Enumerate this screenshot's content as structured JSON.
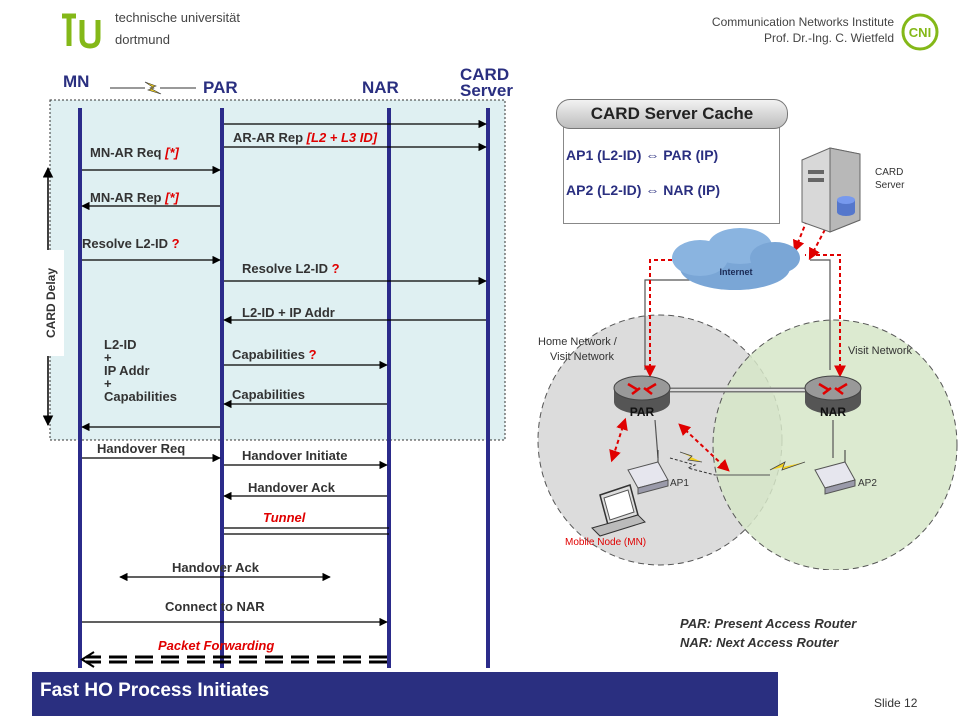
{
  "header": {
    "university_line1": "technische universität",
    "university_line2": "dortmund",
    "institute": "Communication Networks Institute",
    "professor": "Prof. Dr.-Ing. C. Wietfeld",
    "cni_logo_text": "CNI",
    "tu_logo_text": "tu"
  },
  "entities": {
    "mn": "MN",
    "par": "PAR",
    "nar": "NAR",
    "card_line1": "CARD",
    "card_line2": "Server"
  },
  "card_delay": "CARD Delay",
  "messages": {
    "ar_ar_rep_prefix": "AR-AR Rep ",
    "ar_ar_rep_suffix": "[L2 + L3 ID]",
    "mn_ar_req_prefix": "MN-AR Req ",
    "mn_ar_req_suffix": "[*]",
    "mn_ar_rep_prefix": "MN-AR Rep ",
    "mn_ar_rep_suffix": "[*]",
    "resolve1_prefix": "Resolve L2-ID ",
    "resolve1_suffix": "?",
    "resolve2_prefix": "Resolve L2-ID ",
    "resolve2_suffix": "?",
    "l2_ip_addr": "L2-ID + IP Addr",
    "capabilities_q_prefix": "Capabilities ",
    "capabilities_q_suffix": "?",
    "capabilities": "Capabilities",
    "stack": [
      "L2-ID",
      "+",
      "IP Addr",
      "+",
      "Capabilities"
    ],
    "handover_req": "Handover Req",
    "handover_initiate": "Handover Initiate",
    "handover_ack1": "Handover Ack",
    "tunnel": "Tunnel",
    "handover_ack2": "Handover Ack",
    "connect_to_nar": "Connect to NAR",
    "packet_forwarding": "Packet Forwarding"
  },
  "cache": {
    "title": "CARD Server Cache",
    "row1": "AP1 (L2-ID) ⇔ PAR (IP)",
    "row2": "AP2 (L2-ID) ⇔ NAR (IP)"
  },
  "network": {
    "card_server_line1": "CARD",
    "card_server_line2": "Server",
    "internet": "Internet",
    "home_network_line1": "Home Network /",
    "home_network_line2": "Visit Network",
    "visit_network": "Visit Network",
    "par": "PAR",
    "nar": "NAR",
    "ap1": "AP1",
    "ap2": "AP2",
    "mobile_node": "Mobile Node (MN)"
  },
  "legend": {
    "par_def": "PAR: Present Access Router",
    "nar_def": "NAR: Next Access Router"
  },
  "footer": {
    "banner": "Fast HO Process Initiates",
    "slide": "Slide 12"
  },
  "colors": {
    "accent_red": "#e00000",
    "lifeline_blue": "#2b2b8a",
    "banner_bg": "#2a2f80",
    "panel_bg": "#dff0f2",
    "tu_green": "#84b818"
  }
}
